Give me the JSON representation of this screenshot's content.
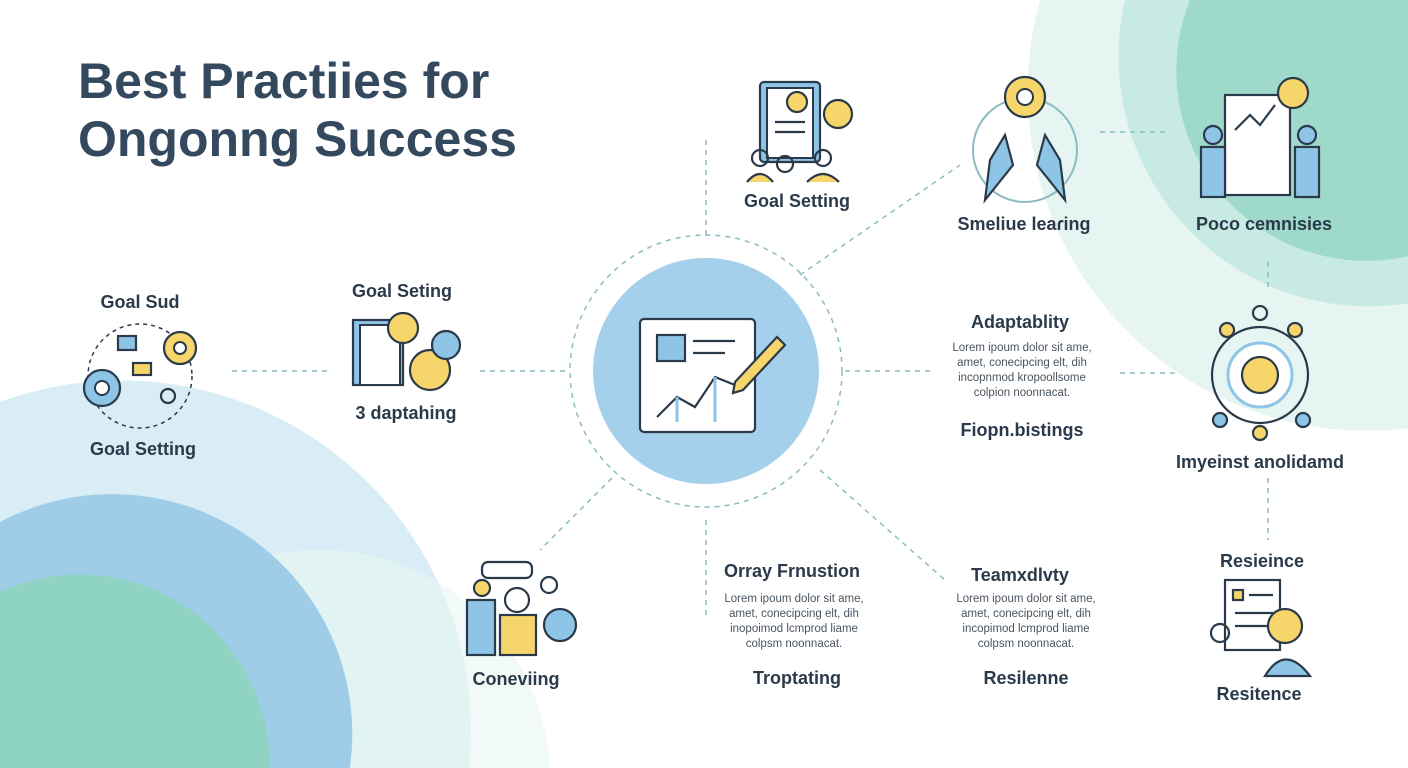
{
  "title": {
    "line1": "Best Practiies for",
    "line2": "Ongonng Success"
  },
  "nodes": {
    "top_center": {
      "label": "Goal Setting"
    },
    "top_right1": {
      "label": "Smeliue leaɾing"
    },
    "top_right2": {
      "label": "Poco cemnisies"
    },
    "left1": {
      "label_top": "Goal Sud",
      "label_bottom": "Goal Setting"
    },
    "left2": {
      "label_top": "Goal Seting",
      "label_bottom": "3 daptahing"
    },
    "right_text": {
      "heading": "Adaptablity",
      "body": "Lorem ipoum dolor sit ame, amet, conecipcing elt, dih incopnmod kropoollsome colpion noonnacat.",
      "sub": "Fiopn.bistings"
    },
    "right_icon": {
      "label": "Imyeinst anolidamd"
    },
    "bottom_left": {
      "label": "Coneviing"
    },
    "bottom_center": {
      "heading": "Orray Frnustion",
      "body": "Lorem ipoum dolor sit ame, amet, conecipcing elt, dih inopoimod lcmprod liame colpsm noonnacat.",
      "sub": "Troptating"
    },
    "bottom_right": {
      "heading": "Teamxdlvty",
      "body": "Lorem ipoum dolor sit ame, amet, conecipcing elt, dih incopimod lcmprod liame colpsm noonnacat.",
      "sub": "Resilenne"
    },
    "bottom_far": {
      "label_top": "Resieince",
      "label_bottom": "Resitence"
    }
  },
  "colors": {
    "accent_blue": "#8ec5e6",
    "accent_yellow": "#f6d56a",
    "accent_teal": "#8fd3c3",
    "text": "#2b3a4a"
  }
}
